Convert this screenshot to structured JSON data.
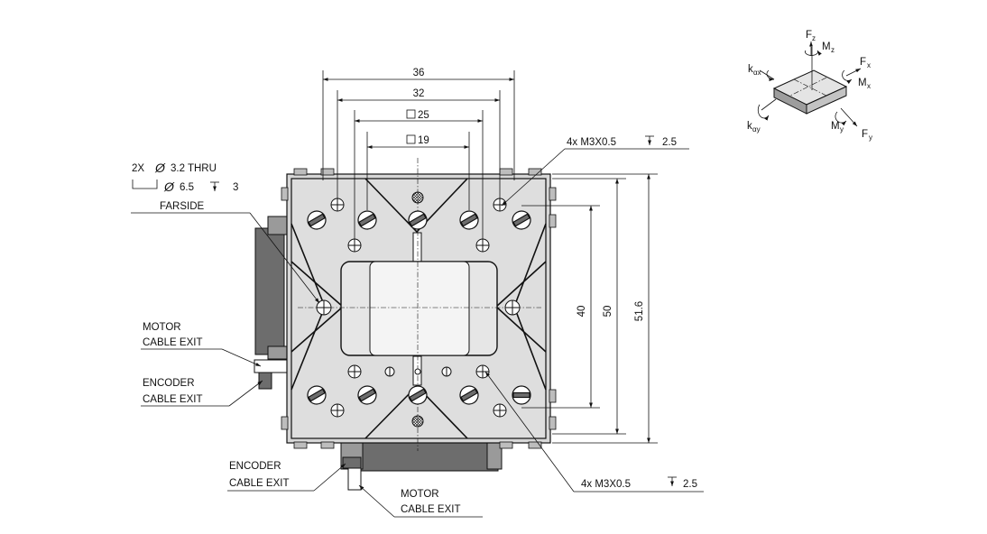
{
  "dimensions": {
    "d36": "36",
    "d32": "32",
    "sq25": "25",
    "sq19": "19",
    "d40": "40",
    "d50": "50",
    "d51_6": "51.6"
  },
  "notes": {
    "top_holes": "4x M3X0.5",
    "top_holes_depth": "2.5",
    "bottom_holes": "4x M3X0.5",
    "bottom_holes_depth": "2.5",
    "thru_line1": "2X",
    "thru_line1b": "3.2 THRU",
    "thru_line2a": "6.5",
    "thru_line2b": "3",
    "farside": "FARSIDE"
  },
  "callouts": {
    "motor_left_1": "MOTOR",
    "motor_left_2": "CABLE EXIT",
    "encoder_left_1": "ENCODER",
    "encoder_left_2": "CABLE EXIT",
    "encoder_bottom_1": "ENCODER",
    "encoder_bottom_2": "CABLE EXIT",
    "motor_bottom_1": "MOTOR",
    "motor_bottom_2": "CABLE EXIT"
  },
  "symbols": {
    "diameter": "Ø",
    "square": "□",
    "depth": "↧"
  },
  "axes_icon": {
    "Fz": "F",
    "Fz_sub": "z",
    "Mz": "M",
    "Mz_sub": "z",
    "Fx": "F",
    "Fx_sub": "x",
    "Mx": "M",
    "Mx_sub": "x",
    "kax": "k",
    "kax_sub": "αx",
    "kay": "k",
    "kay_sub": "αy",
    "My": "M",
    "My_sub": "y",
    "Fy": "F",
    "Fy_sub": "y"
  }
}
